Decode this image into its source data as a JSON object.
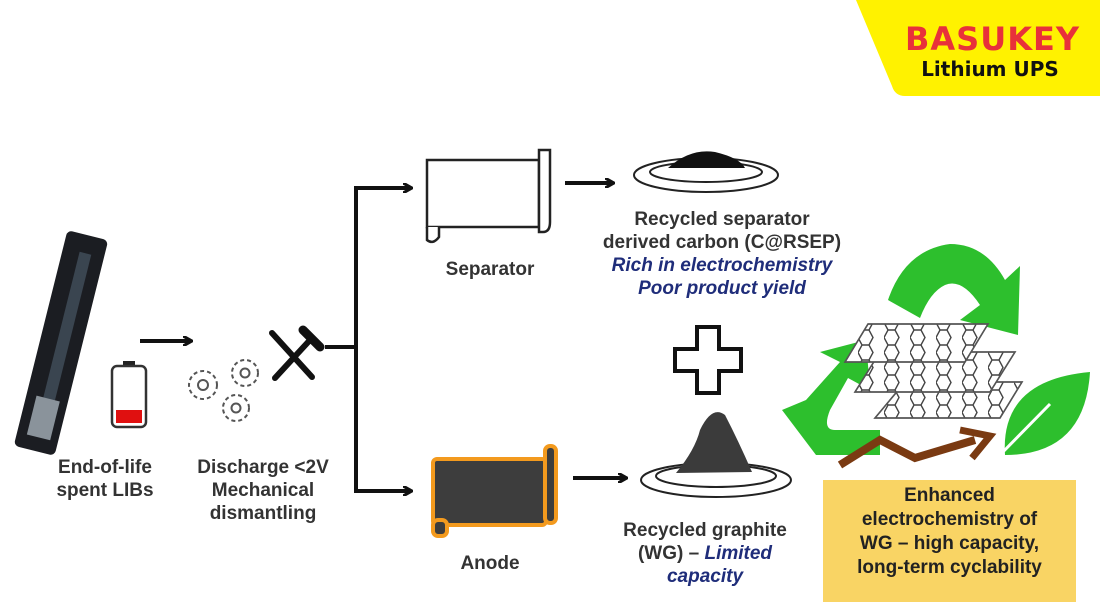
{
  "brand": {
    "name": "BASUKEY",
    "subtitle": "Lithium UPS",
    "colors": {
      "background": "#fff200",
      "name": "#e8313a",
      "subtitle": "#111111"
    }
  },
  "steps": {
    "input": {
      "line1": "End-of-life",
      "line2": "spent LIBs"
    },
    "process": {
      "line1": "Discharge <2V",
      "line2": "Mechanical",
      "line3": "dismantling"
    },
    "separator": {
      "label": "Separator"
    },
    "anode": {
      "label": "Anode"
    },
    "separator_product": {
      "line1": "Recycled separator",
      "line2": "derived carbon (C@RSEP)",
      "note1": "Rich in electrochemistry",
      "note2": "Poor product yield"
    },
    "graphite_product": {
      "line1": "Recycled graphite",
      "line2_prefix": "(WG) – ",
      "line2_note": "Limited",
      "line3_note": "capacity"
    },
    "result": {
      "line1": "Enhanced",
      "line2": "electrochemistry of",
      "line3": "WG – high capacity,",
      "line4": "long-term cyclability"
    }
  },
  "icons": [
    "laptop-battery-icon",
    "low-battery-icon",
    "gears-icon",
    "tools-icon",
    "separator-scroll-icon",
    "anode-scroll-icon",
    "carbon-pile-icon",
    "graphite-pile-icon",
    "plus-icon",
    "recycle-icon",
    "graphene-layers-icon",
    "leaf-icon",
    "growth-arrow-icon"
  ],
  "colors": {
    "battery_low": "#e01010",
    "anode_border": "#f39a1e",
    "anode_fill": "#3d3d3d",
    "recycle_green": "#2dbf2d",
    "growth_brown": "#7a3a12",
    "result_box": "#f9d464",
    "note_blue": "#1f2d7a"
  }
}
